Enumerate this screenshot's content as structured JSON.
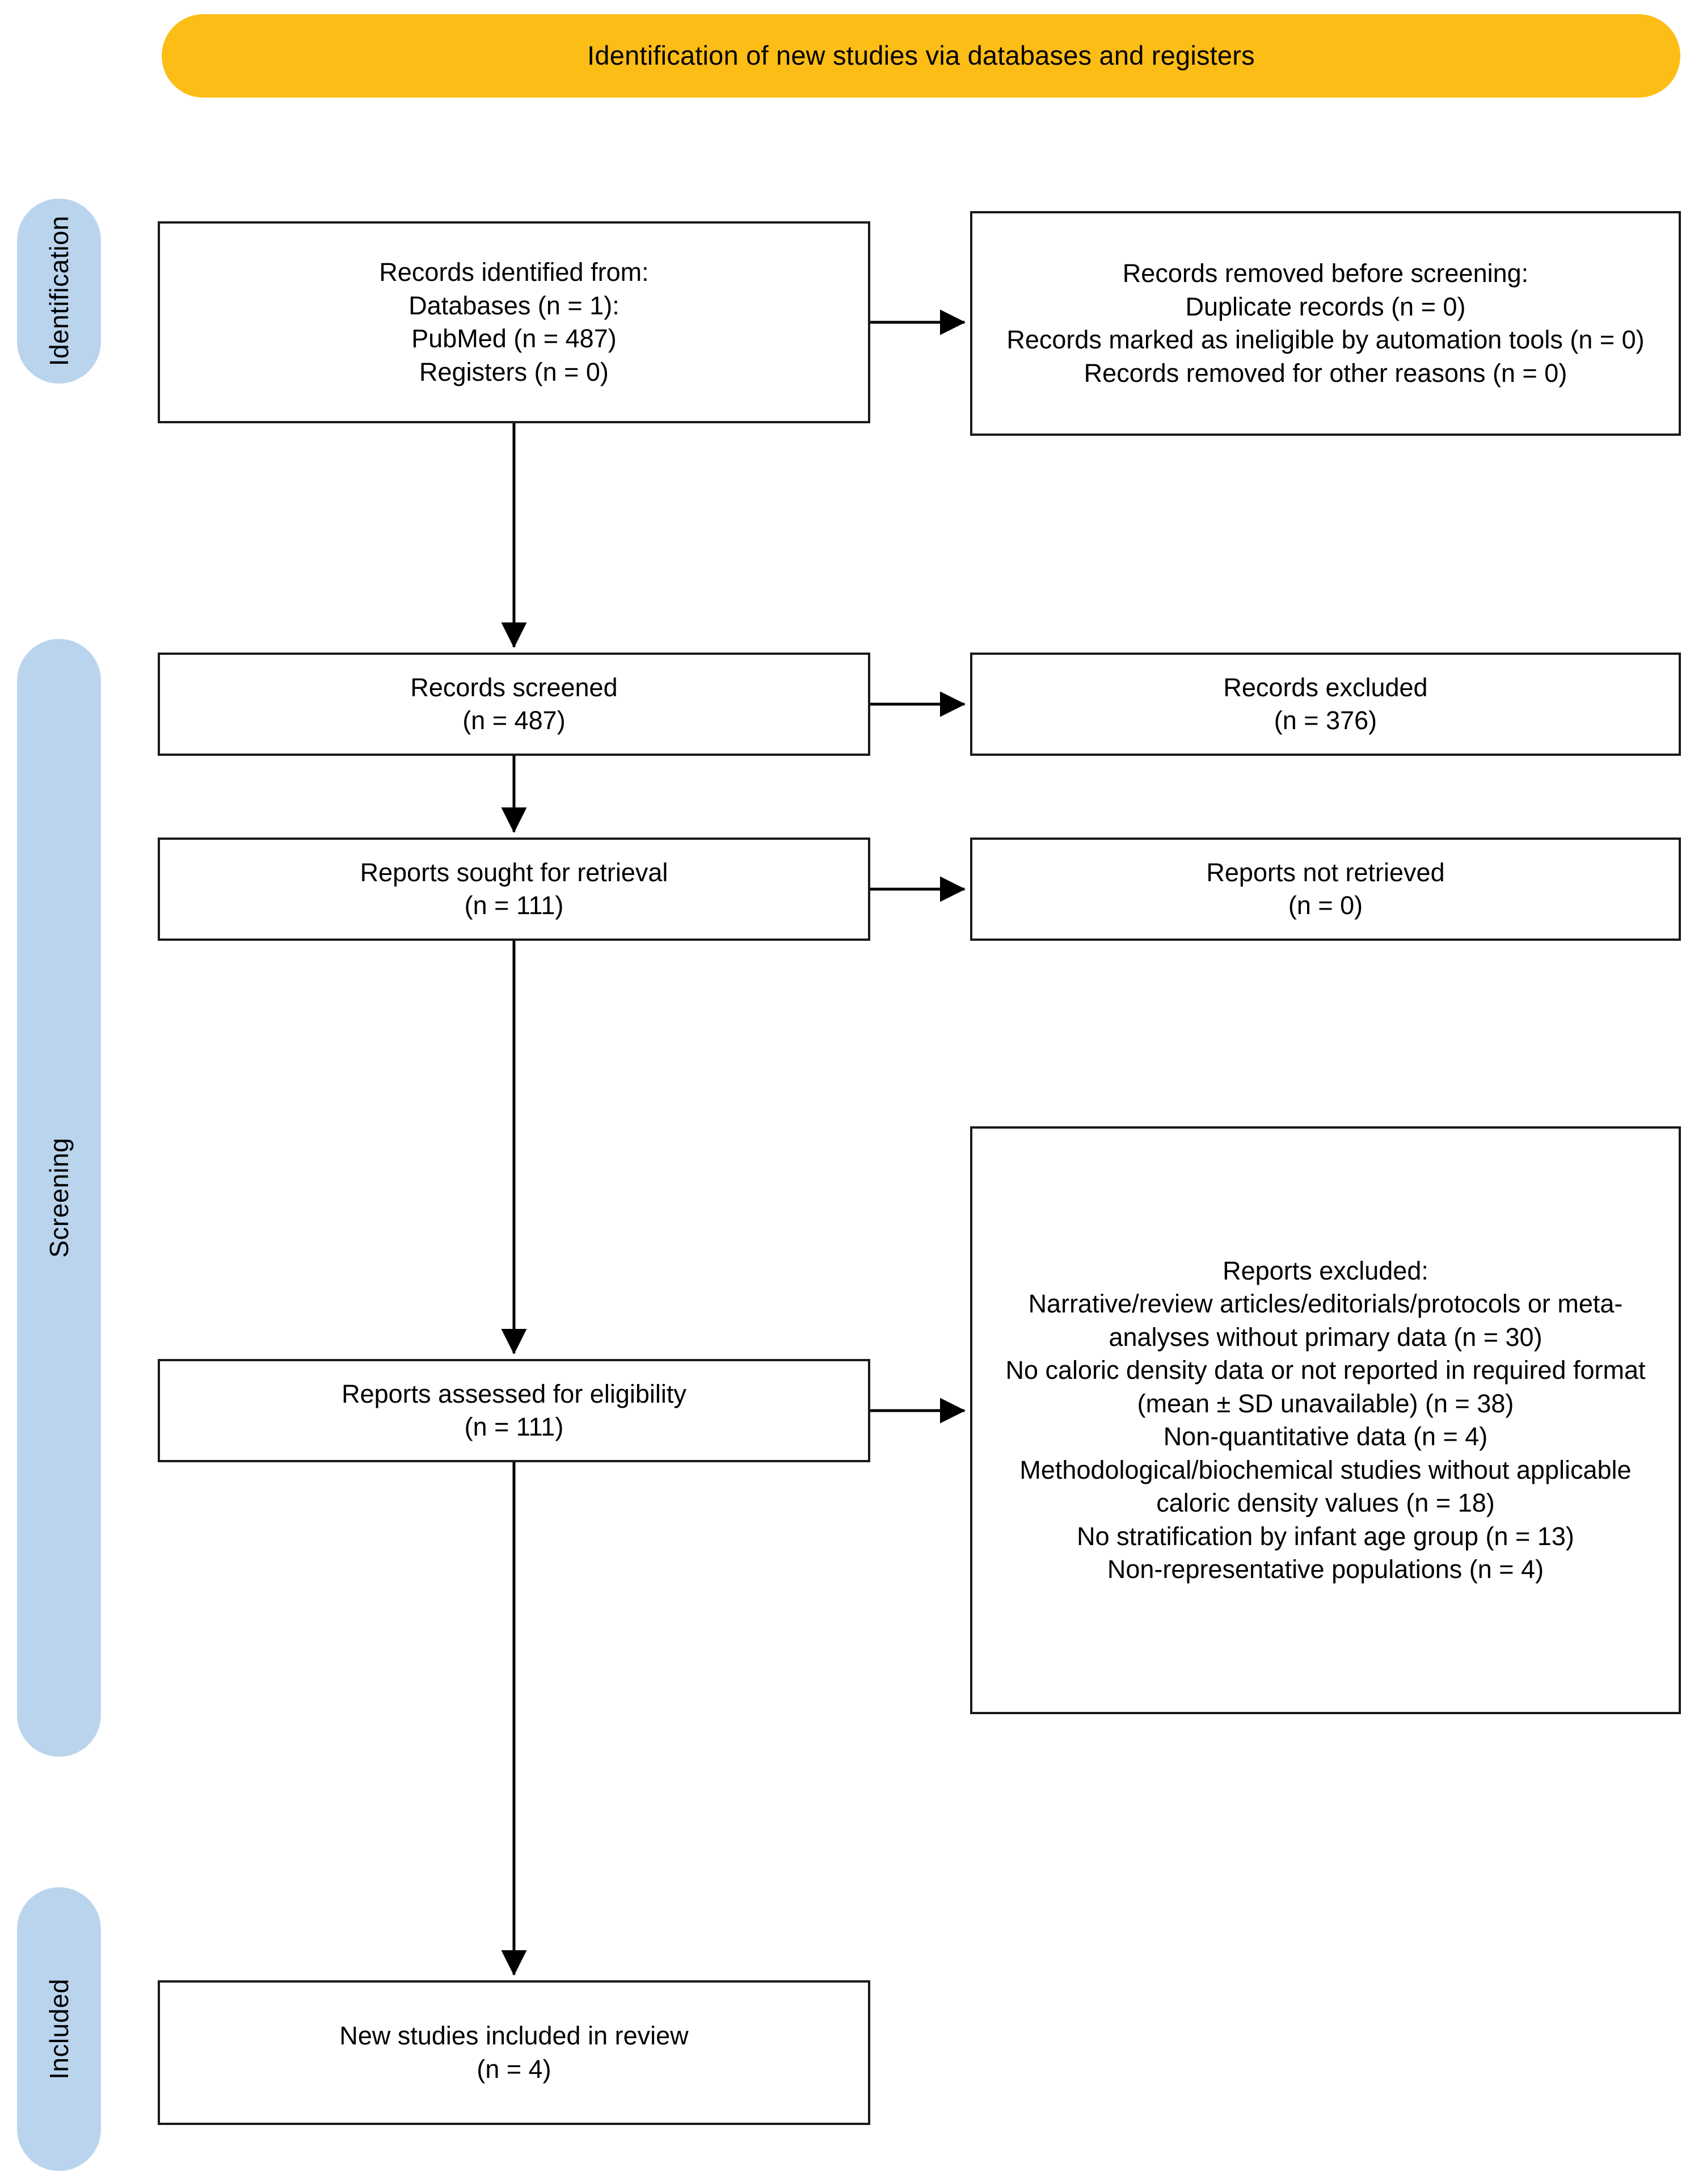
{
  "banner": {
    "title": "Identification of new studies via databases and registers",
    "color": "#FCBD16"
  },
  "stages": {
    "identification": "Identification",
    "screening": "Screening",
    "included": "Included",
    "color": "#BAD4EE"
  },
  "boxes": {
    "records_identified": "Records identified from:\nDatabases (n = 1):\nPubMed (n = 487)\nRegisters (n = 0)",
    "records_removed": "Records removed before screening:\nDuplicate records (n = 0)\nRecords marked as ineligible by automation tools (n = 0)\nRecords removed for other reasons (n = 0)",
    "records_screened": "Records screened\n(n = 487)",
    "records_excluded": "Records excluded\n(n = 376)",
    "reports_sought": "Reports sought for retrieval\n(n = 111)",
    "reports_not_retrieved": "Reports not retrieved\n(n = 0)",
    "reports_assessed": "Reports assessed for eligibility\n(n = 111)",
    "reports_excluded": "Reports excluded:\nNarrative/review articles/editorials/protocols or meta-analyses without primary data (n = 30)\nNo caloric density data or not reported in required format (mean ± SD unavailable) (n = 38)\nNon-quantitative data (n = 4)\nMethodological/biochemical studies without applicable caloric density values (n = 18)\nNo stratification by infant age group (n = 13)\nNon-representative populations (n = 4)",
    "new_studies_included": "New studies included in review\n(n = 4)"
  },
  "flow_data": {
    "type": "prisma-flow",
    "databases_count": 1,
    "pubmed_records": 487,
    "registers_records": 0,
    "duplicate_records_removed": 0,
    "records_marked_ineligible_automation": 0,
    "records_removed_other_reasons": 0,
    "records_screened": 487,
    "records_excluded": 376,
    "reports_sought_for_retrieval": 111,
    "reports_not_retrieved": 0,
    "reports_assessed_for_eligibility": 111,
    "exclusion_reasons": [
      {
        "reason": "Narrative/review articles/editorials/protocols or meta-analyses without primary data",
        "n": 30
      },
      {
        "reason": "No caloric density data or not reported in required format (mean ± SD unavailable)",
        "n": 38
      },
      {
        "reason": "Non-quantitative data",
        "n": 4
      },
      {
        "reason": "Methodological/biochemical studies without applicable caloric density values",
        "n": 18
      },
      {
        "reason": "No stratification by infant age group",
        "n": 13
      },
      {
        "reason": "Non-representative populations",
        "n": 4
      }
    ],
    "new_studies_included_in_review": 4
  }
}
